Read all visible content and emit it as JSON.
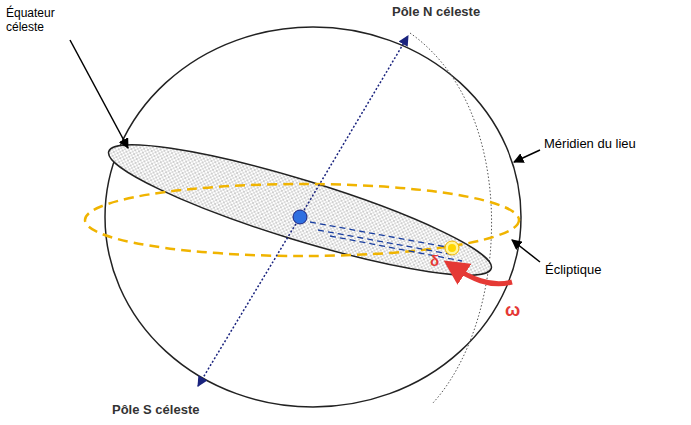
{
  "diagram": {
    "labels": [
      "Équateur céleste",
      "Pôle N céleste",
      "Méridien du lieu",
      "Écliptique",
      "δ",
      "ω",
      "Pôle S céleste"
    ]
  }
}
